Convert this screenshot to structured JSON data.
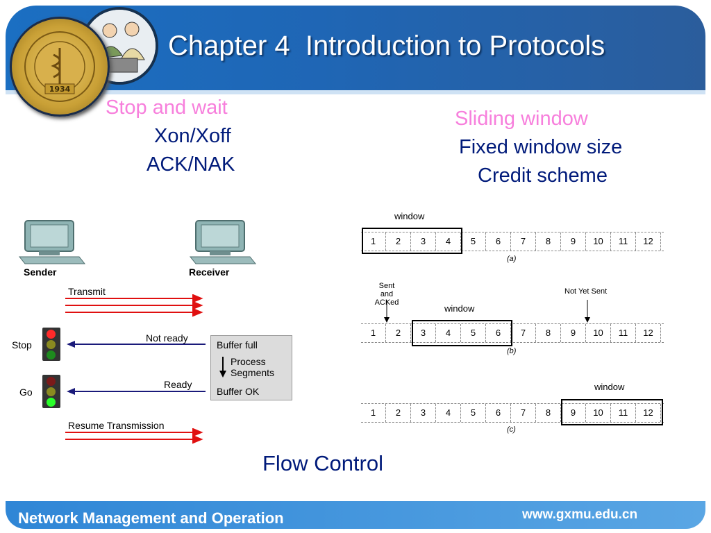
{
  "header": {
    "title": "Chapter 4  Introduction to Protocols"
  },
  "left": {
    "heading": "Stop and wait",
    "line1": "Xon/Xoff",
    "line2": "ACK/NAK"
  },
  "right": {
    "heading": "Sliding window",
    "line1": "Fixed window size",
    "line2": "Credit scheme"
  },
  "flow_diagram": {
    "sender": "Sender",
    "receiver": "Receiver",
    "transmit": "Transmit",
    "stop": "Stop",
    "go": "Go",
    "not_ready": "Not ready",
    "ready": "Ready",
    "resume": "Resume Transmission",
    "buffer_full": "Buffer full",
    "process_segments_1": "Process",
    "process_segments_2": "Segments",
    "buffer_ok": "Buffer OK"
  },
  "window_diagram": {
    "window_label": "window",
    "sent_acked_1": "Sent and",
    "sent_acked_2": "ACKed",
    "not_yet_sent": "Not Yet Sent",
    "cells": [
      "1",
      "2",
      "3",
      "4",
      "5",
      "6",
      "7",
      "8",
      "9",
      "10",
      "11",
      "12"
    ],
    "sub_a": "(a)",
    "sub_b": "(b)",
    "sub_c": "(c)"
  },
  "caption": "Flow Control",
  "footer": {
    "left": "Network Management and Operation",
    "right": "www.gxmu.edu.cn"
  },
  "colors": {
    "header_blue": "#1f66b5",
    "pink": "#f77fdc",
    "navy": "#001a7a",
    "arrow_red": "#e01010",
    "arrow_navy": "#1a1a7a"
  }
}
